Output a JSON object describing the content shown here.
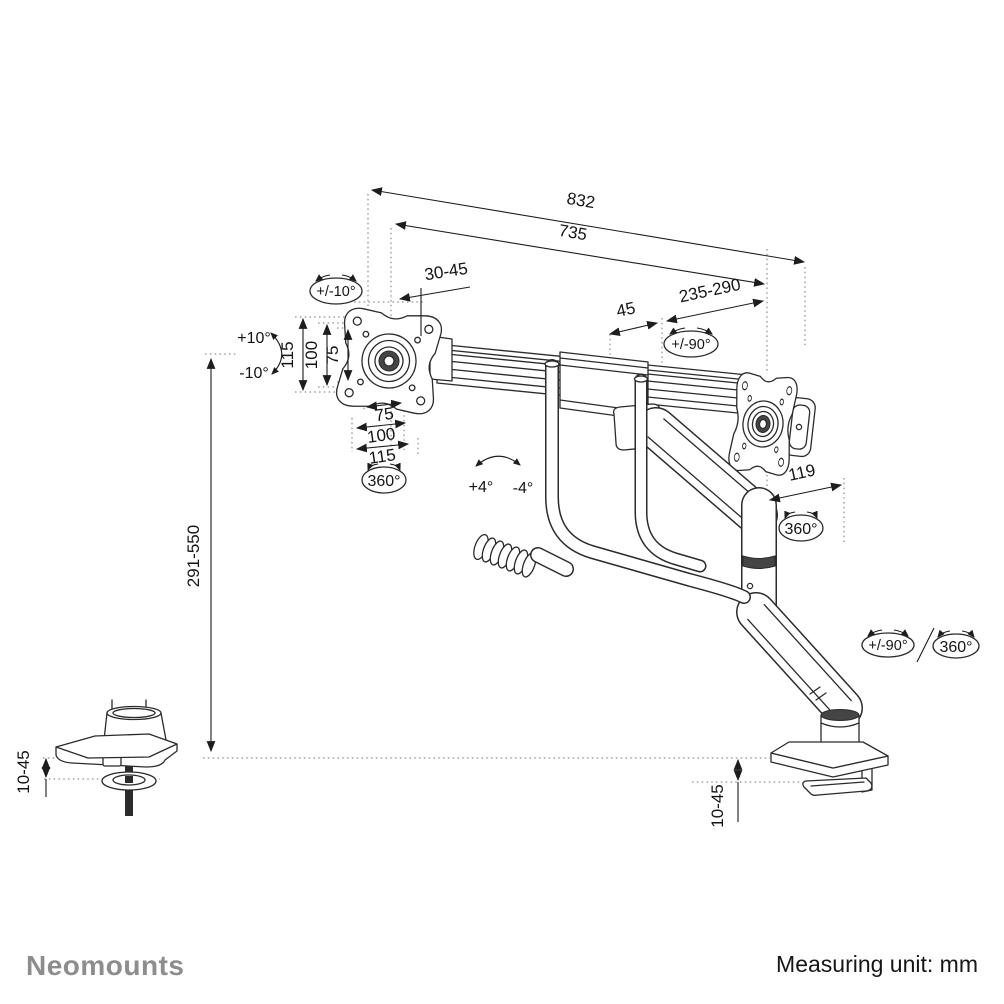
{
  "branding": {
    "logo": "Neomounts"
  },
  "footer": {
    "measuring_unit": "Measuring unit: mm"
  },
  "colors": {
    "line": "#2b2b2b",
    "logo_gray": "#8d8d8d",
    "dark_fill": "#454545"
  },
  "diagram": {
    "dims": {
      "total_width": "832",
      "bar_width": "735",
      "plate_offset": "30-45",
      "center_gap": "45",
      "arm_reach": "235-290",
      "head_depth": "119",
      "vesa_v_115": "115",
      "vesa_v_100": "100",
      "vesa_v_75": "75",
      "vesa_h_75": "75",
      "vesa_h_100": "100",
      "vesa_h_115": "115",
      "height_range": "291-550",
      "grommet_thickness": "10-45",
      "clamp_thickness": "10-45"
    },
    "rot": {
      "tilt": "+/-10°",
      "tilt_up": "+10°",
      "tilt_down": "-10°",
      "rotate_left": "360°",
      "pivot_top": "+/-90°",
      "rotate_right": "360°",
      "bar_up": "+4°",
      "bar_down": "-4°",
      "base_pivot": "+/-90°",
      "base_rotate": "360°"
    }
  }
}
